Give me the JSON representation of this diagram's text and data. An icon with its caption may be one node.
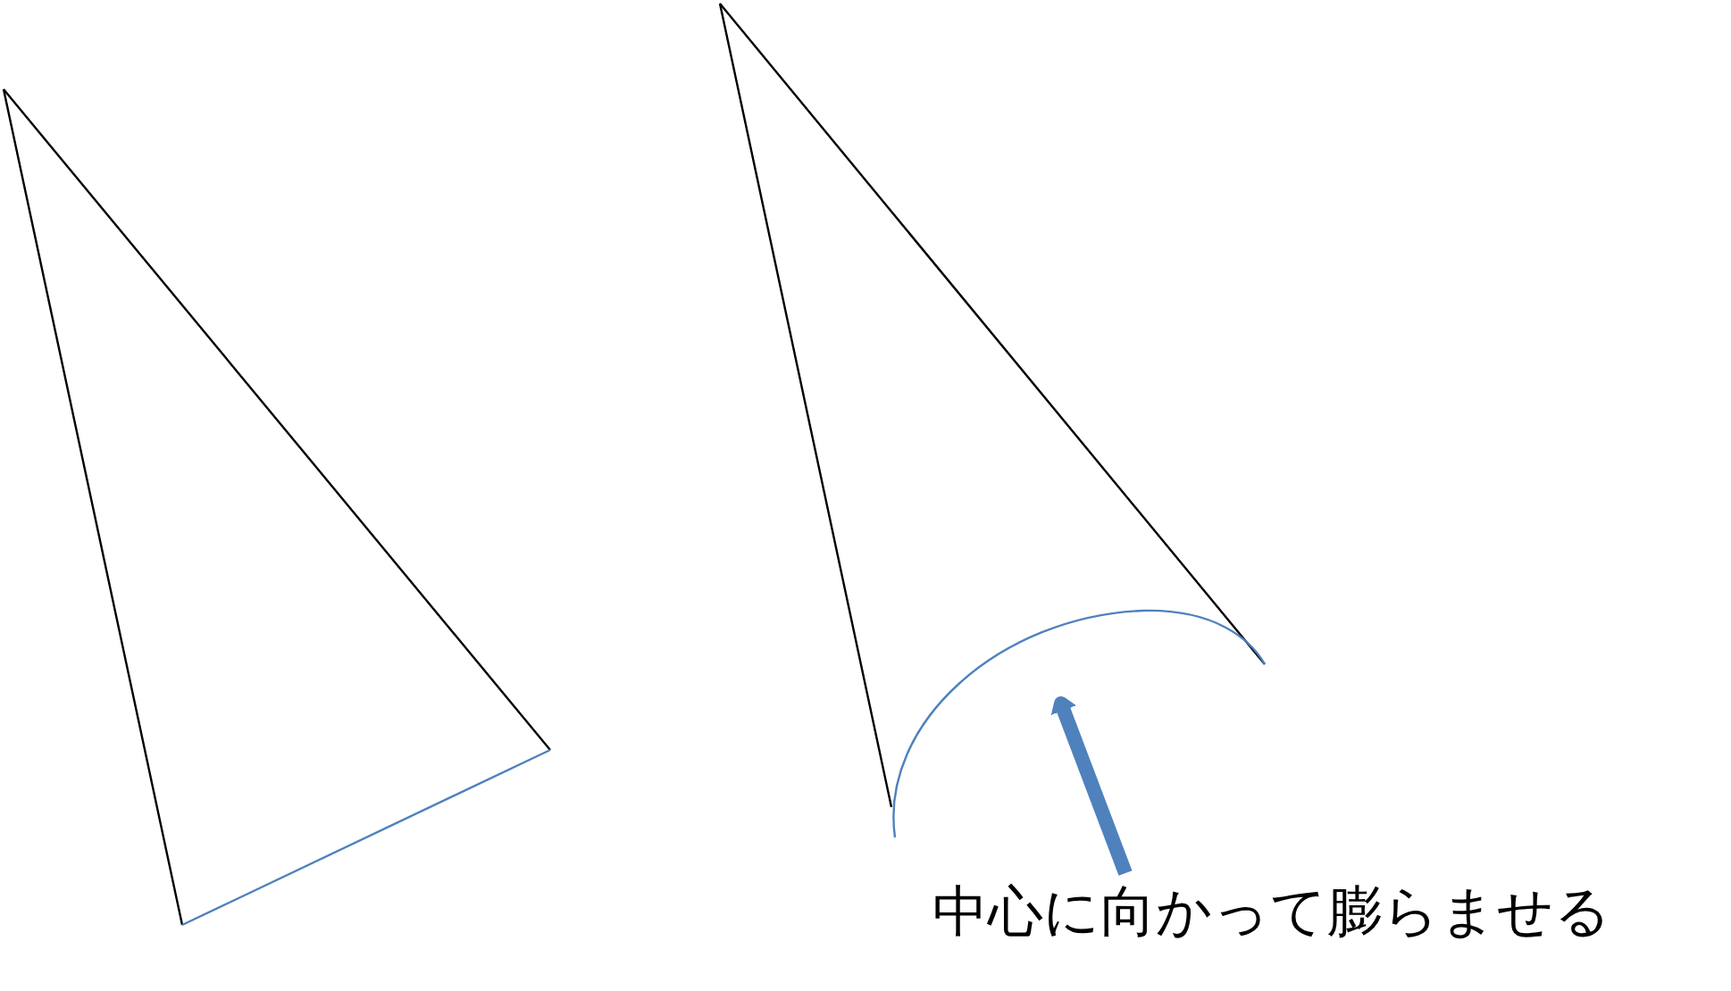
{
  "diagram": {
    "nodes": [
      {
        "text": [],
        "shape": "triangle"
      },
      {
        "text": [],
        "shape": "triangle"
      },
      {
        "text": [
          "中心に向かって膨らませる"
        ]
      }
    ],
    "edges": [
      {
        "from": 2,
        "to": 1,
        "arrow": "to",
        "color": "#4f81bd"
      }
    ]
  }
}
